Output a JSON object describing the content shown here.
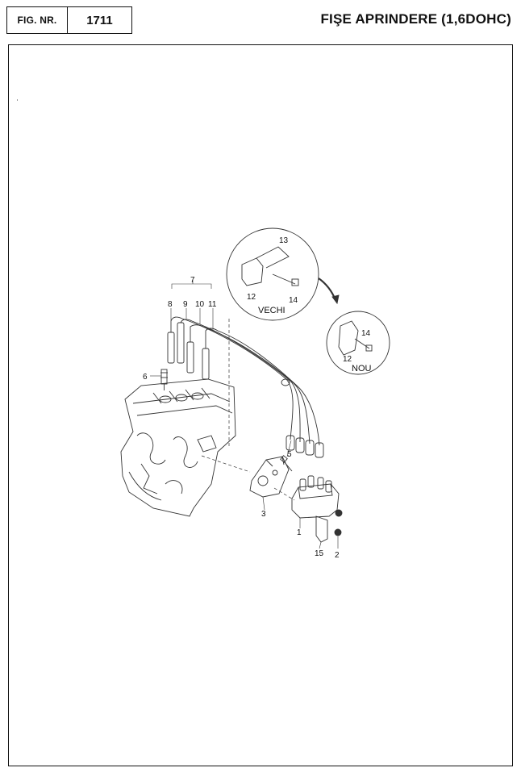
{
  "header": {
    "fig_label": "FIG. NR.",
    "fig_number": "1711",
    "title": "FIŞE APRINDERE (1,6DOHC)"
  },
  "callouts": {
    "c1": "1",
    "c2": "2",
    "c3": "3",
    "c5": "5",
    "c6": "6",
    "c7": "7",
    "c8": "8",
    "c9": "9",
    "c10": "10",
    "c11": "11",
    "c12_old": "12",
    "c13": "13",
    "c14_old": "14",
    "c12_new": "12",
    "c14_new": "14",
    "c15": "15"
  },
  "detail_labels": {
    "old": "VECHI",
    "new": "NOU"
  }
}
